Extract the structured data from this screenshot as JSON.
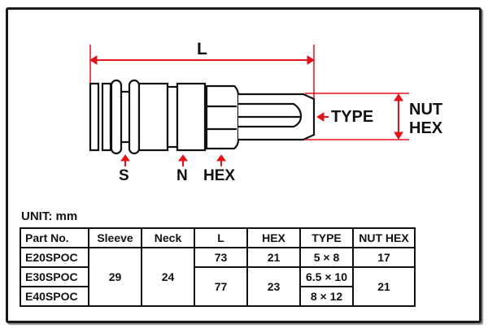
{
  "diagram": {
    "labels": {
      "length": "L",
      "sleeve": "S",
      "neck": "N",
      "hex": "HEX",
      "type": "TYPE",
      "nut_hex_line1": "NUT",
      "nut_hex_line2": "HEX"
    },
    "colors": {
      "dimension": "#e3121b",
      "outline": "#111111"
    }
  },
  "unit_label": "UNIT: mm",
  "table": {
    "headers": [
      "Part No.",
      "Sleeve",
      "Neck",
      "L",
      "HEX",
      "TYPE",
      "NUT HEX"
    ],
    "rows": [
      {
        "part_no": "E20SPOC",
        "sleeve": "29",
        "neck": "24",
        "l": "73",
        "hex": "21",
        "type": "5 × 8",
        "nut_hex": "17"
      },
      {
        "part_no": "E30SPOC",
        "sleeve": "29",
        "neck": "24",
        "l": "77",
        "hex": "23",
        "type": "6.5 × 10",
        "nut_hex": "21"
      },
      {
        "part_no": "E40SPOC",
        "sleeve": "29",
        "neck": "24",
        "l": "77",
        "hex": "23",
        "type": "8 × 12",
        "nut_hex": "21"
      }
    ]
  }
}
